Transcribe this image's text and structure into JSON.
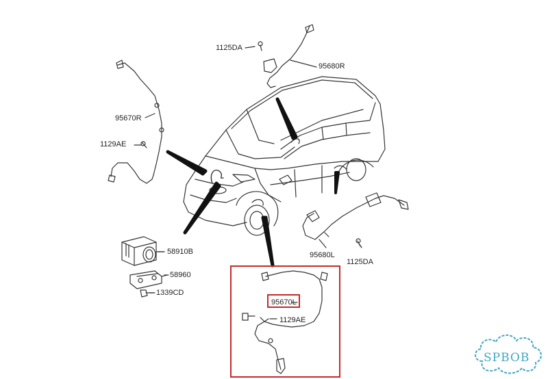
{
  "labels": {
    "bolt_rear_right": "1125DA",
    "sensor_rear_right": "95680R",
    "sensor_front_right": "95670R",
    "bolt_front_right": "1129AE",
    "abs_module": "58910B",
    "bracket": "58960",
    "bolt_bracket": "1339CD",
    "sensor_rear_left": "95680L",
    "bolt_rear_left": "1125DA",
    "sensor_front_left": "95670L",
    "bolt_front_left": "1129AE"
  },
  "watermark": "SPBOB",
  "colors": {
    "highlight": "#c62828",
    "line": "#333333",
    "watermark": "#3fa7c4"
  }
}
